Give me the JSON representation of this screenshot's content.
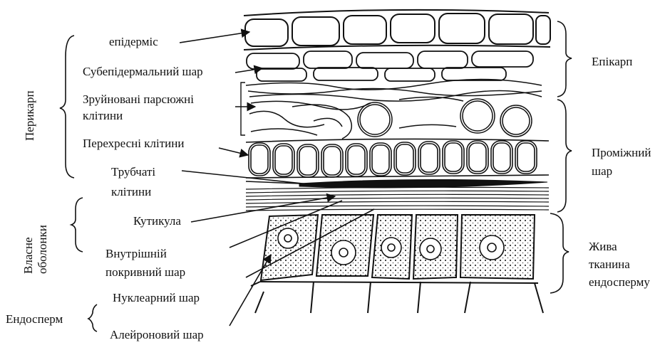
{
  "left_groups": {
    "pericarp": "Перикарп",
    "own_coats": "Власне\nоболонки",
    "endosperm": "Ендосперм"
  },
  "labels": {
    "epidermis": "епідерміс",
    "subepidermal": "Субепідермальний шар",
    "crushed_parenchyma": "Зруйновані  парсюжні\nклітини",
    "cross_cells": "Перехресні клітини",
    "tubular_cells": "Трубчаті\nклітини",
    "cuticle": "Кутикула",
    "inner_layer": "Внутрішній\nпокривний шар",
    "nuclear_layer": "Нуклеарний шар",
    "aleurone_layer": "Алейроновий шар"
  },
  "right_groups": {
    "epicarp": "Епікарп",
    "intermediate": "Проміжний\nшар",
    "living_tissue": "Жива\nтканина\nендосперму"
  },
  "colors": {
    "line": "#1a1a1a",
    "paper": "#ffffff"
  }
}
